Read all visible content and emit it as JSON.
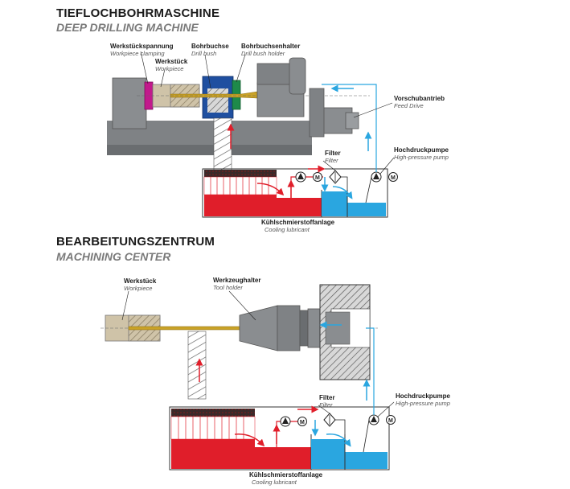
{
  "top": {
    "title": "TIEFLOCHBOHRMASCHINE",
    "subtitle": "DEEP DRILLING MACHINE",
    "labels": {
      "clamping_de": "Werkstückspannung",
      "clamping_en": "Workpiece clamping",
      "workpiece_de": "Werkstück",
      "workpiece_en": "Workpiece",
      "bush_de": "Bohrbuchse",
      "bush_en": "Drill bush",
      "bush_holder_de": "Bohrbuchsenhalter",
      "bush_holder_en": "Drill bush holder",
      "feed_de": "Vorschubantrieb",
      "feed_en": "Feed Drive",
      "filter_de": "Filter",
      "filter_en": "Filter",
      "pump_de": "Hochdruckpumpe",
      "pump_en": "High-pressure pump",
      "coolant_de": "Kühlschmierstoffanlage",
      "coolant_en": "Cooling lubricant"
    }
  },
  "bottom": {
    "title": "BEARBEITUNGSZENTRUM",
    "subtitle": "MACHINING CENTER",
    "labels": {
      "workpiece_de": "Werkstück",
      "workpiece_en": "Workpiece",
      "toolholder_de": "Werkzeughalter",
      "toolholder_en": "Tool holder",
      "filter_de": "Filter",
      "filter_en": "Filter",
      "pump_de": "Hochdruckpumpe",
      "pump_en": "High-pressure pump",
      "coolant_de": "Kühlschmierstoffanlage",
      "coolant_en": "Cooling lubricant"
    }
  },
  "colors": {
    "machine_gray": "#7f8285",
    "machine_dark": "#5c5f62",
    "workpiece": "#cfc3a8",
    "clamp_magenta": "#c2198c",
    "bush_blue": "#1f4fa0",
    "holder_green": "#1e8a4a",
    "coolant_red": "#e01e2a",
    "coolant_blue": "#2aa6e0",
    "drill_gold": "#c9a227"
  }
}
